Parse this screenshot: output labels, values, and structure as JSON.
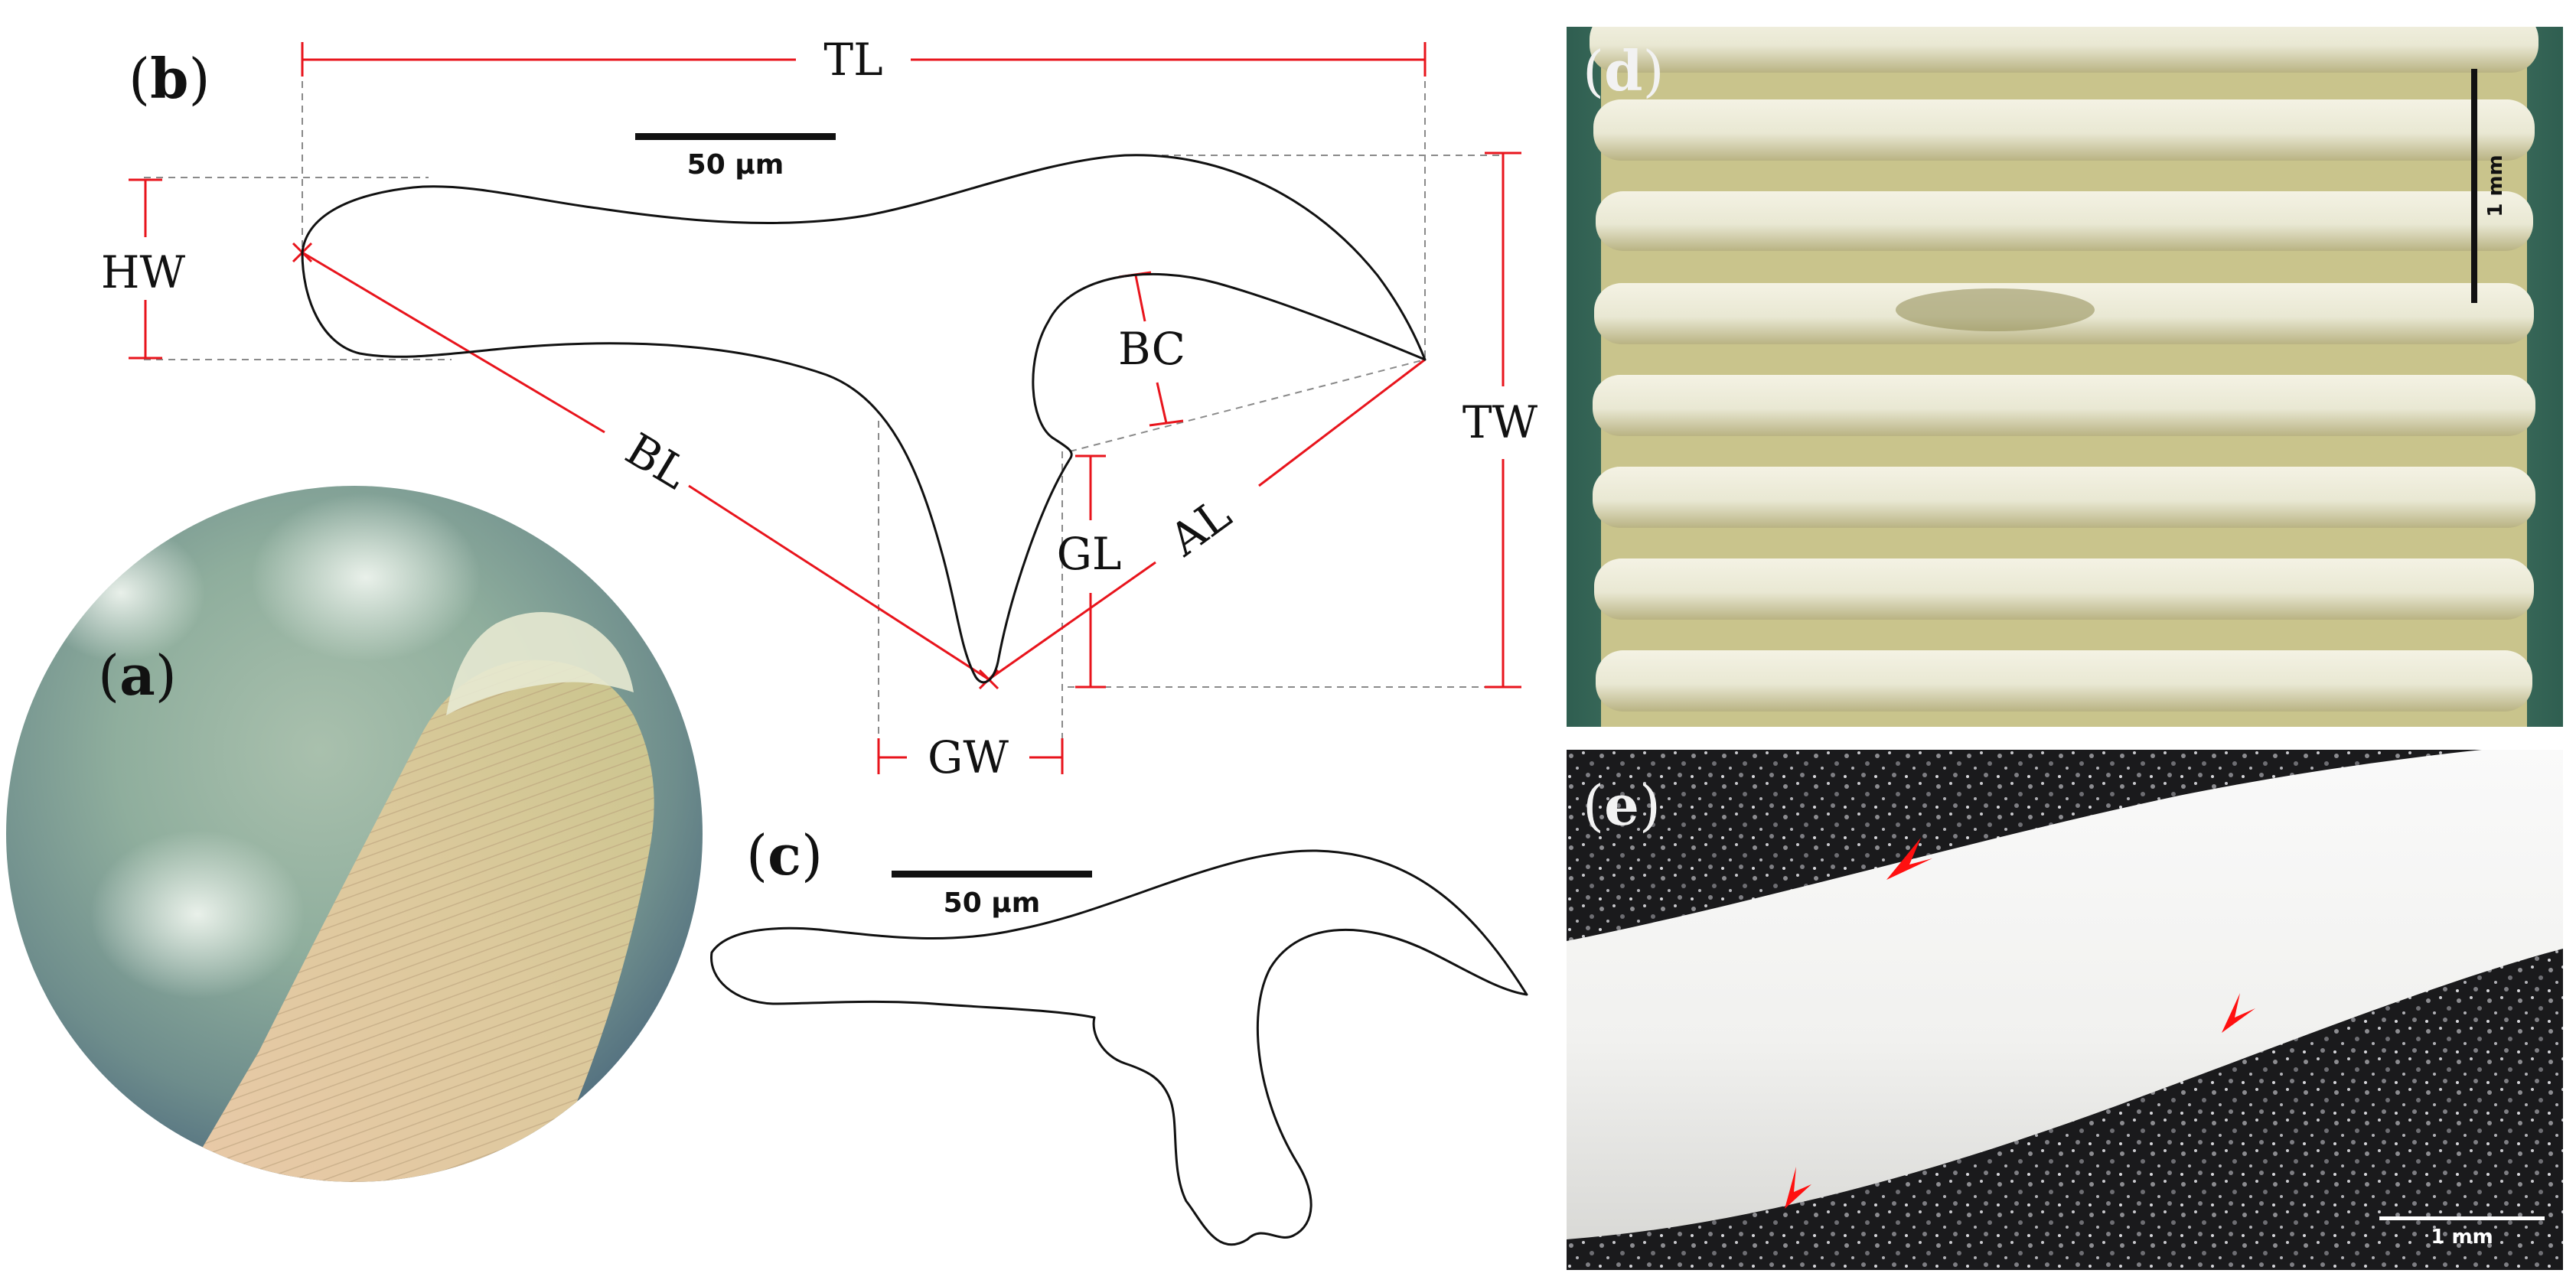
{
  "figure": {
    "panels": {
      "a": {
        "open": "(",
        "letter": "a",
        "close": ")"
      },
      "b": {
        "open": "(",
        "letter": "b",
        "close": ")"
      },
      "c": {
        "open": "(",
        "letter": "c",
        "close": ")"
      },
      "d": {
        "open": "(",
        "letter": "d",
        "close": ")"
      },
      "e": {
        "open": "(",
        "letter": "e",
        "close": ")"
      }
    },
    "measurements": {
      "TL": "TL",
      "HW": "HW",
      "BC": "BC",
      "TW": "TW",
      "BL": "BL",
      "GL": "GL",
      "AL": "AL",
      "GW": "GW"
    },
    "scale_bars": {
      "b": "50 µm",
      "c": "50 µm",
      "d": "1 mm",
      "e": "1 mm"
    },
    "colors": {
      "measure": "#e8141c",
      "outline": "#111111",
      "guide": "#8a8a8a",
      "arrow": "#ff1010"
    }
  }
}
